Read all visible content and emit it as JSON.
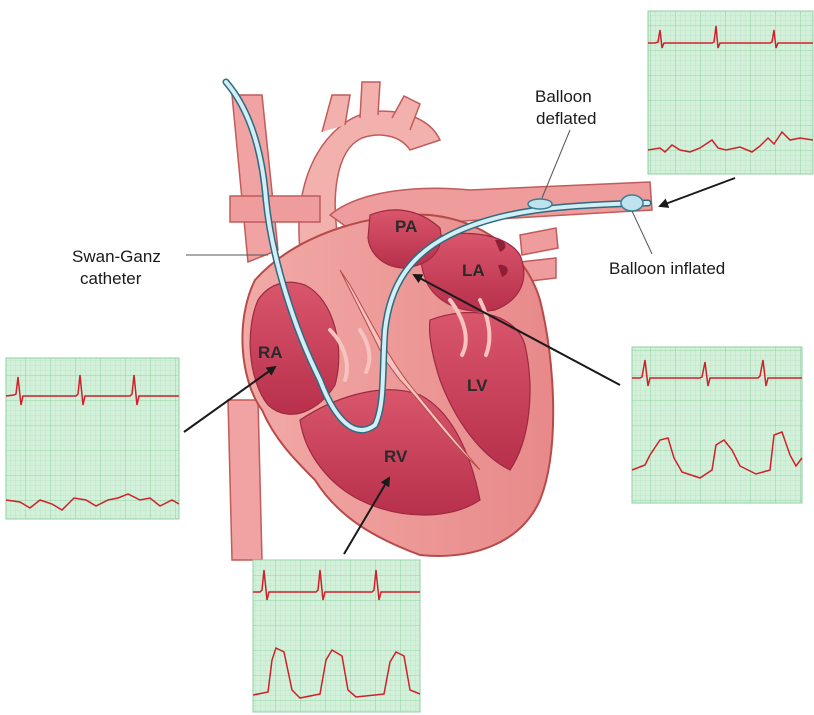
{
  "labels": {
    "pa": "PA",
    "la": "LA",
    "ra": "RA",
    "lv": "LV",
    "rv": "RV",
    "swan_ganz_line1": "Swan-Ganz",
    "swan_ganz_line2": "catheter",
    "balloon_deflated_line1": "Balloon",
    "balloon_deflated_line2": "deflated",
    "balloon_inflated": "Balloon inflated"
  },
  "colors": {
    "tissue_light": "#f4b9b5",
    "tissue_mid": "#e88b8c",
    "chamber_dark": "#c33a55",
    "chamber_deep": "#a52a45",
    "outline": "#b84a4a",
    "catheter_blue": "#bfe3ee",
    "catheter_edge": "#3b7e94",
    "grid_bg": "#c9ecd3",
    "grid_line": "#9ed6ad",
    "trace_red": "#d0202a",
    "arrow": "#1a1a1a"
  },
  "icons": {
    "catheter": "catheter-icon",
    "balloon": "balloon-icon"
  }
}
